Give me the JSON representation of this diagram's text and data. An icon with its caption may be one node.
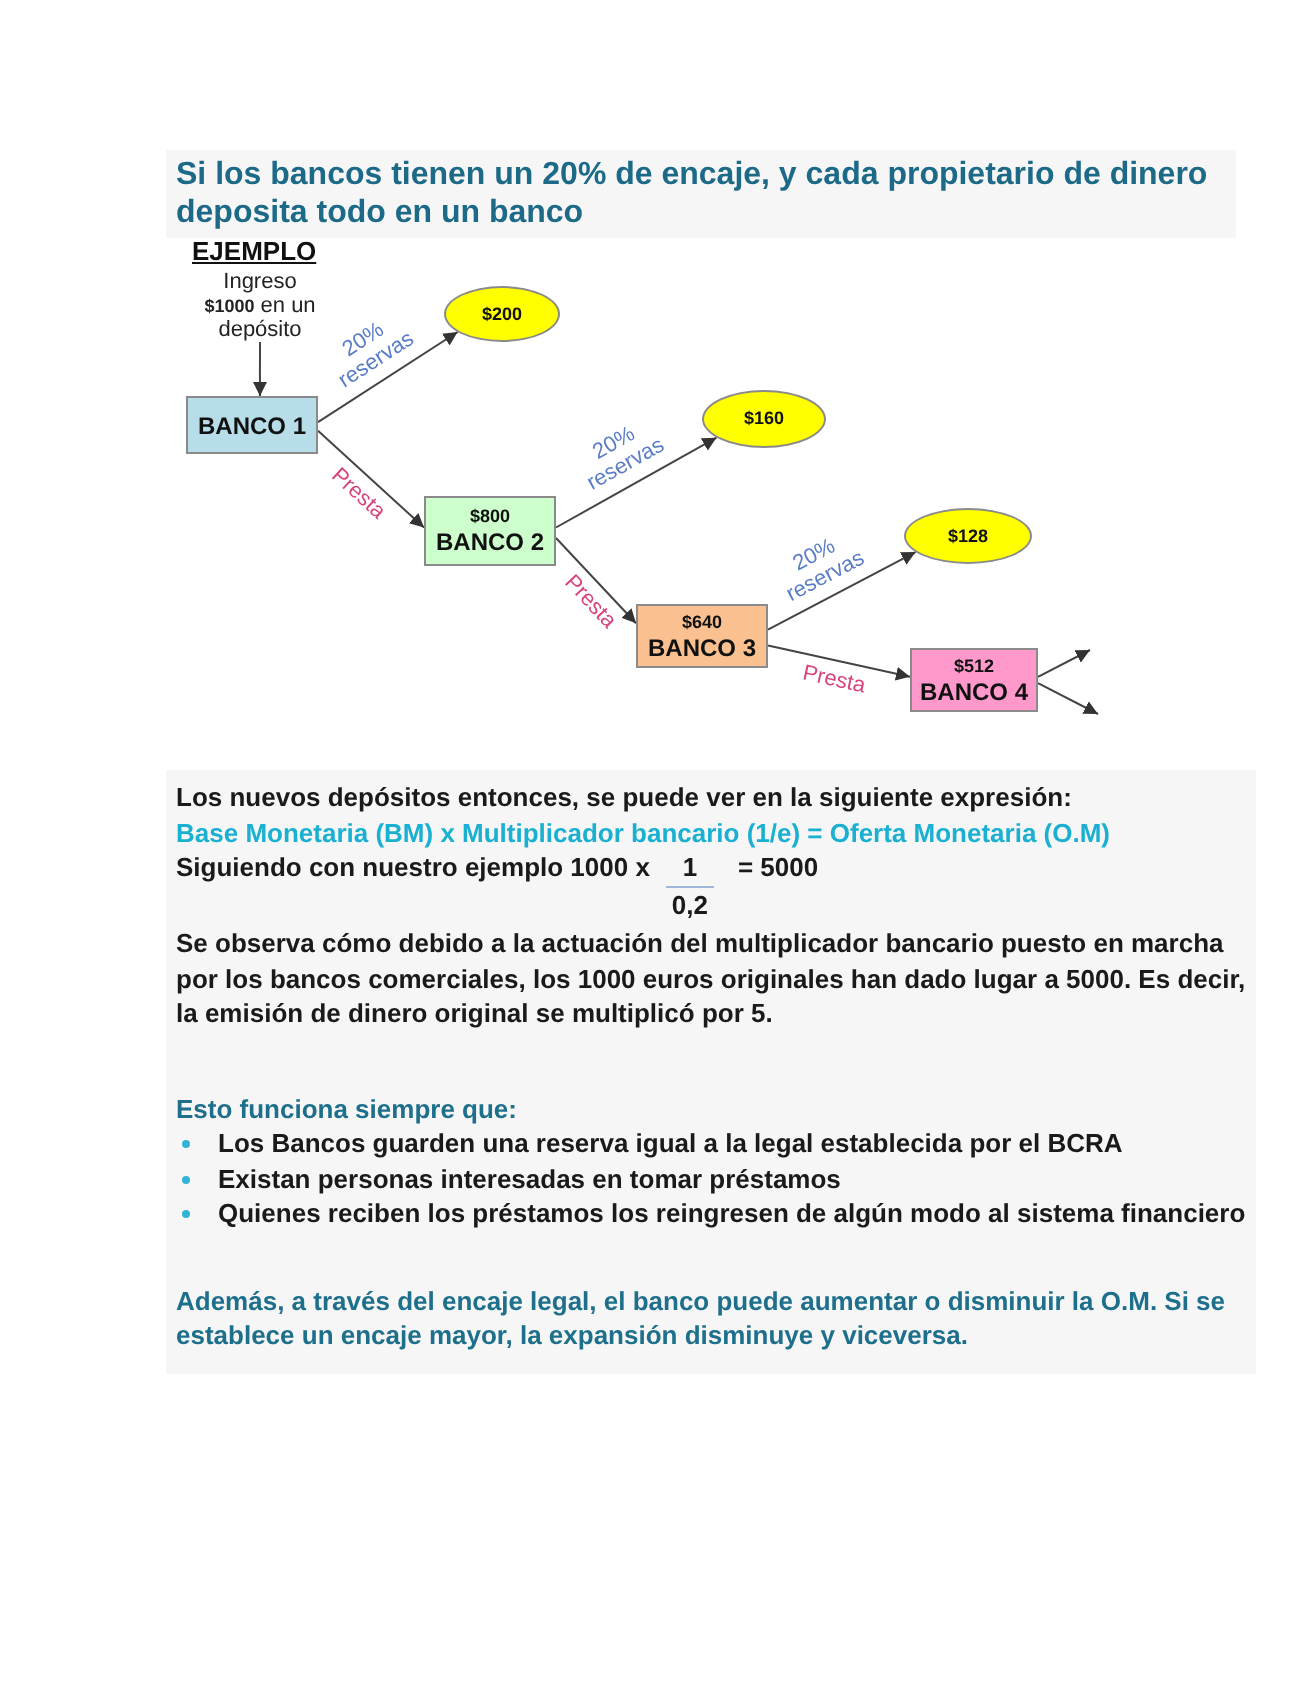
{
  "diagram": {
    "title": "Si los bancos tienen un 20% de encaje, y cada propietario de dinero deposita todo en un banco",
    "nodes": [
      {
        "text": [
          "Ingreso **$1000** en un depósito"
        ]
      },
      {
        "text": [
          "BANCO 1"
        ]
      },
      {
        "text": [
          "$200"
        ]
      },
      {
        "text": [
          "$800",
          "BANCO 2"
        ]
      },
      {
        "text": [
          "$160"
        ]
      },
      {
        "text": [
          "$640",
          "BANCO 3"
        ]
      },
      {
        "text": [
          "$128"
        ]
      },
      {
        "text": [
          "$512",
          "BANCO 4"
        ]
      }
    ],
    "edges": [
      {
        "from": 0,
        "to": 1,
        "arrow": "to"
      },
      {
        "from": 1,
        "to": 2,
        "arrow": "to",
        "label": "20% reservas"
      },
      {
        "from": 1,
        "to": 3,
        "arrow": "to",
        "label": "Presta"
      },
      {
        "from": 3,
        "to": 4,
        "arrow": "to",
        "label": "20% reservas"
      },
      {
        "from": 3,
        "to": 5,
        "arrow": "to",
        "label": "Presta"
      },
      {
        "from": 5,
        "to": 6,
        "arrow": "to",
        "label": "20% reservas"
      },
      {
        "from": 5,
        "to": 7,
        "arrow": "to",
        "label": "Presta"
      },
      {
        "from": 7,
        "to": null,
        "arrow": "to"
      },
      {
        "from": 7,
        "to": null,
        "arrow": "to"
      }
    ],
    "labels": [
      "EJEMPLO",
      "Los nuevos depósitos entonces, se puede ver en la siguiente expresión:",
      "Base Monetaria (BM) x Multiplicador bancario (1/e) = Oferta Monetaria (O.M)",
      "Siguiendo con nuestro ejemplo 1000 x",
      "1",
      "= 5000",
      "0,2",
      "Se observa cómo debido a la actuación del multiplicador bancario puesto en marcha por los bancos comerciales, los 1000 euros originales han dado lugar a 5000. Es decir, la emisión de dinero original se multiplicó por 5.",
      "Esto funciona siempre que:",
      "Los Bancos guarden una reserva igual a la legal establecida por el BCRA",
      "Existan personas interesadas en tomar préstamos",
      "Quienes reciben los préstamos los reingresen de algún modo al sistema financiero",
      "Además, a través del encaje legal, el banco puede aumentar o disminuir la O.M. Si se establece un encaje mayor, la expansión disminuye y viceversa."
    ]
  }
}
